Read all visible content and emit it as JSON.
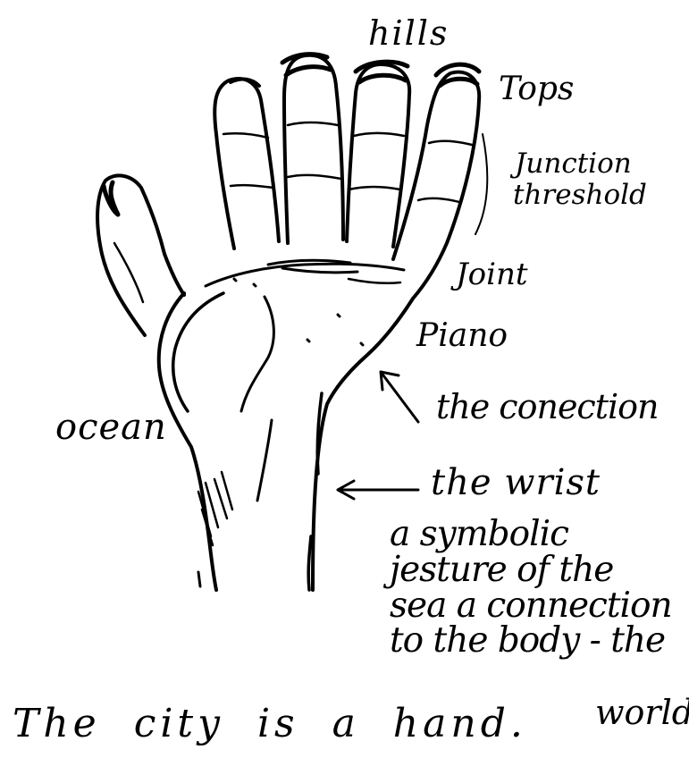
{
  "labels": {
    "hills": "hills",
    "tops": "Tops",
    "junction": "Junction",
    "threshold": "threshold",
    "joint": "Joint",
    "piano": "Piano",
    "ocean": "ocean",
    "connection": "the conection",
    "wrist": "the wrist"
  },
  "note": {
    "line1": "a symbolic",
    "line2": "jesture of the",
    "line3": "sea a connection",
    "line4": "to the body - the",
    "line5": "world"
  },
  "caption": "The city is a hand.",
  "colors": {
    "ink": "#000000",
    "paper": "#ffffff"
  }
}
